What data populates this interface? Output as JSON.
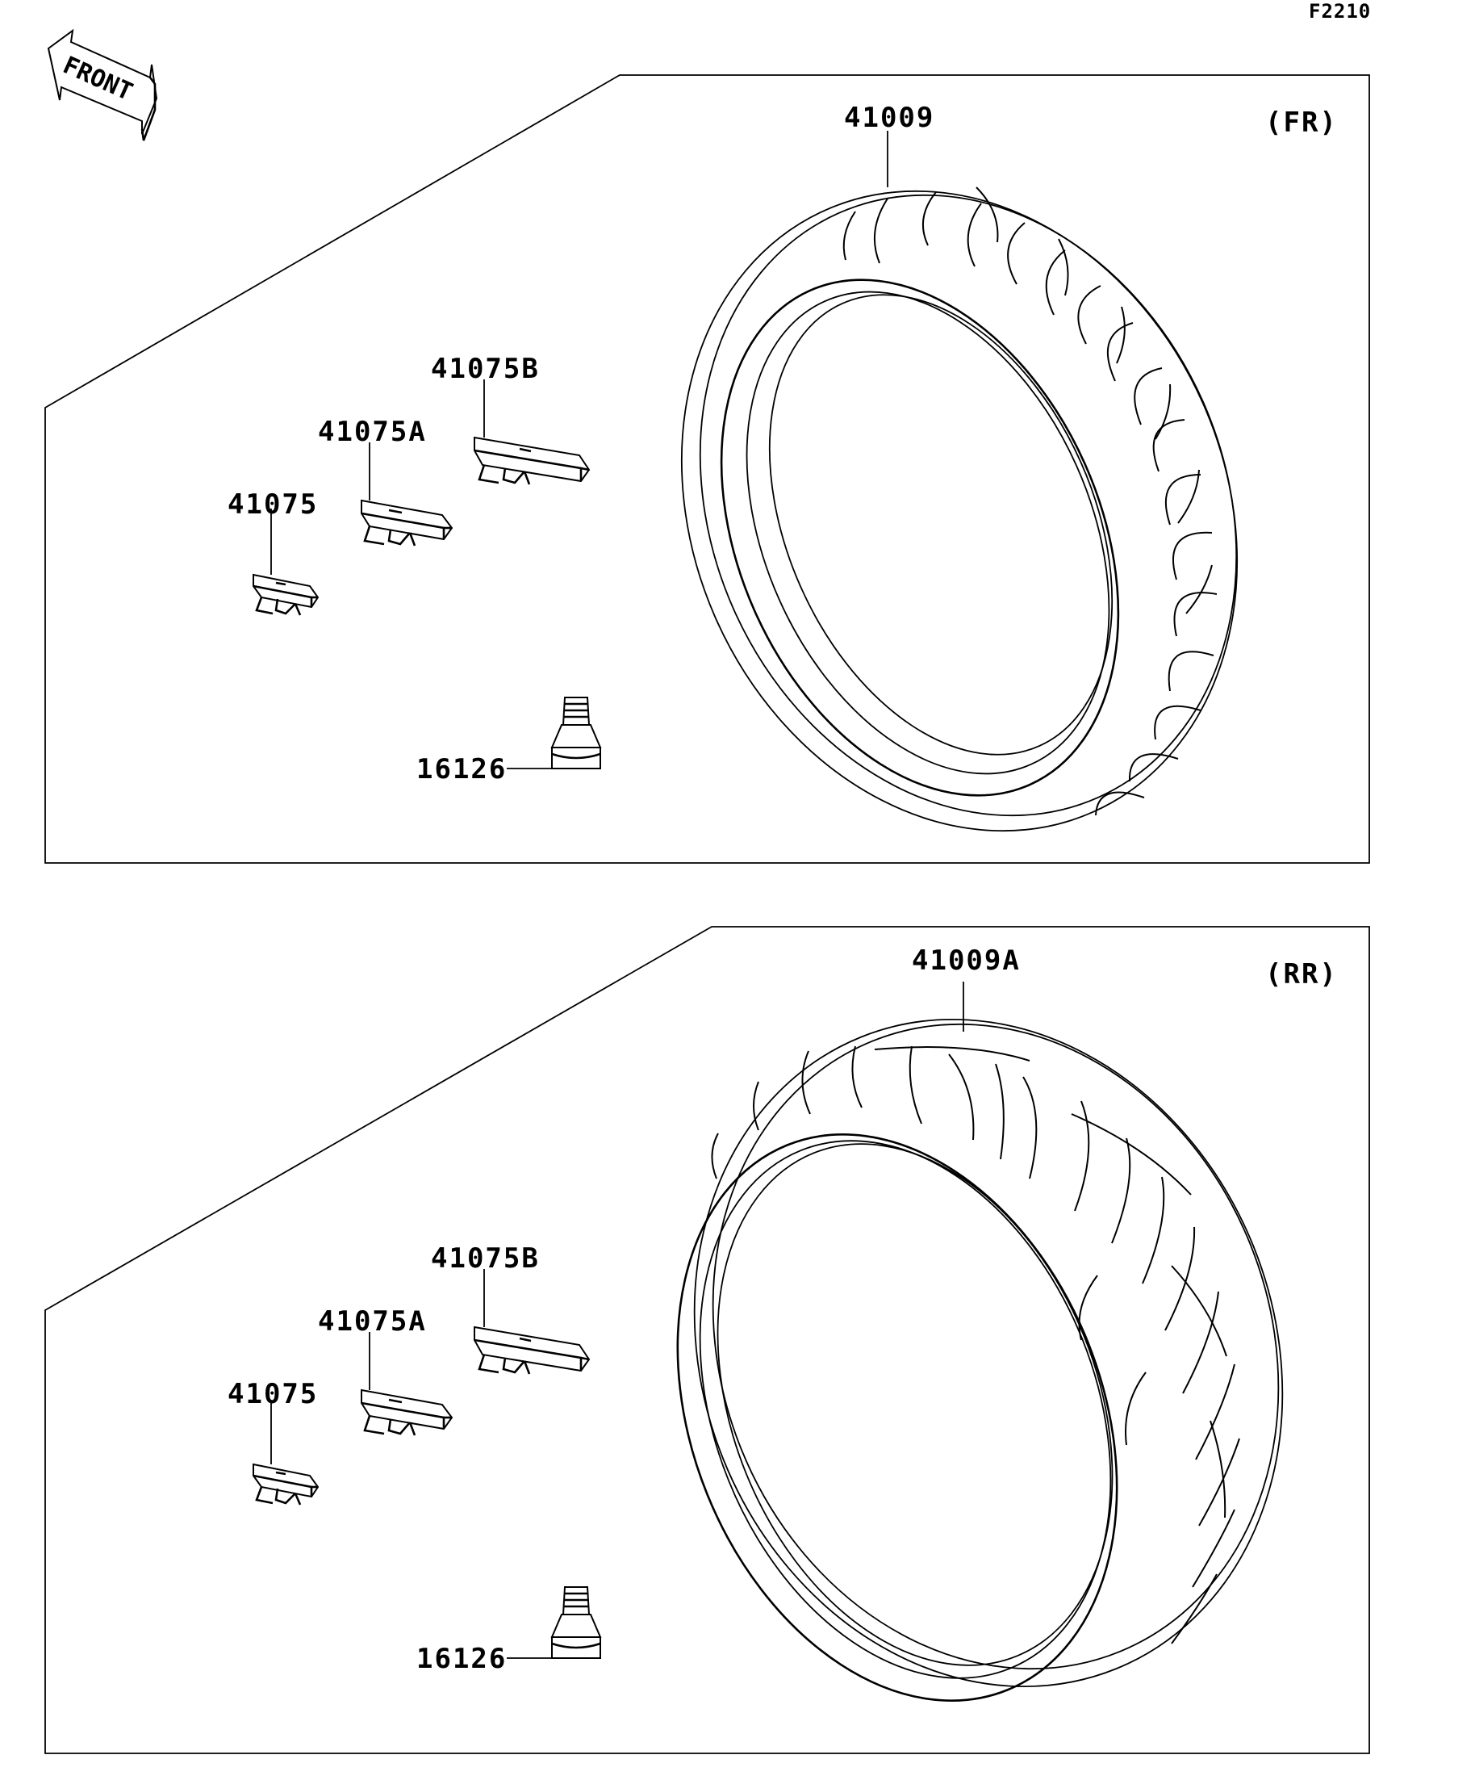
{
  "figure_code": "F2210",
  "front_arrow_label": "FRONT",
  "panels": [
    {
      "position_label": "(FR)",
      "tire_part": "41009",
      "valve_part": "16126",
      "weights": [
        "41075",
        "41075A",
        "41075B"
      ]
    },
    {
      "position_label": "(RR)",
      "tire_part": "41009A",
      "valve_part": "16126",
      "weights": [
        "41075",
        "41075A",
        "41075B"
      ]
    }
  ],
  "colors": {
    "line": "#000000",
    "background": "#ffffff"
  }
}
